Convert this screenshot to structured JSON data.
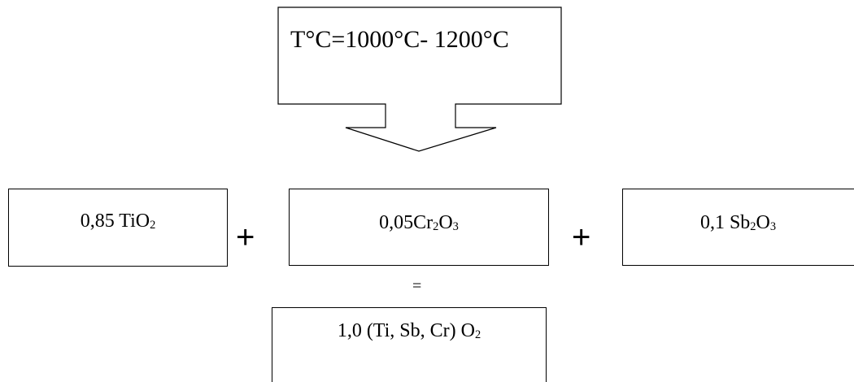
{
  "process": {
    "condition": "T°C=1000°C- 1200°C"
  },
  "reactants": [
    {
      "coef": "0,85 ",
      "element_a": "TiO",
      "sub_a": "2",
      "element_b": "",
      "sub_b": ""
    },
    {
      "coef": "0,05",
      "element_a": "Cr",
      "sub_a": "2",
      "element_b": "O",
      "sub_b": "3"
    },
    {
      "coef": "0,1 ",
      "element_a": "Sb",
      "sub_a": "2",
      "element_b": "O",
      "sub_b": "3"
    }
  ],
  "operators": {
    "plus_1": "+",
    "plus_2": "+",
    "equals": "="
  },
  "product": {
    "text": "1,0 (Ti, Sb, Cr) O",
    "sub": "2"
  }
}
